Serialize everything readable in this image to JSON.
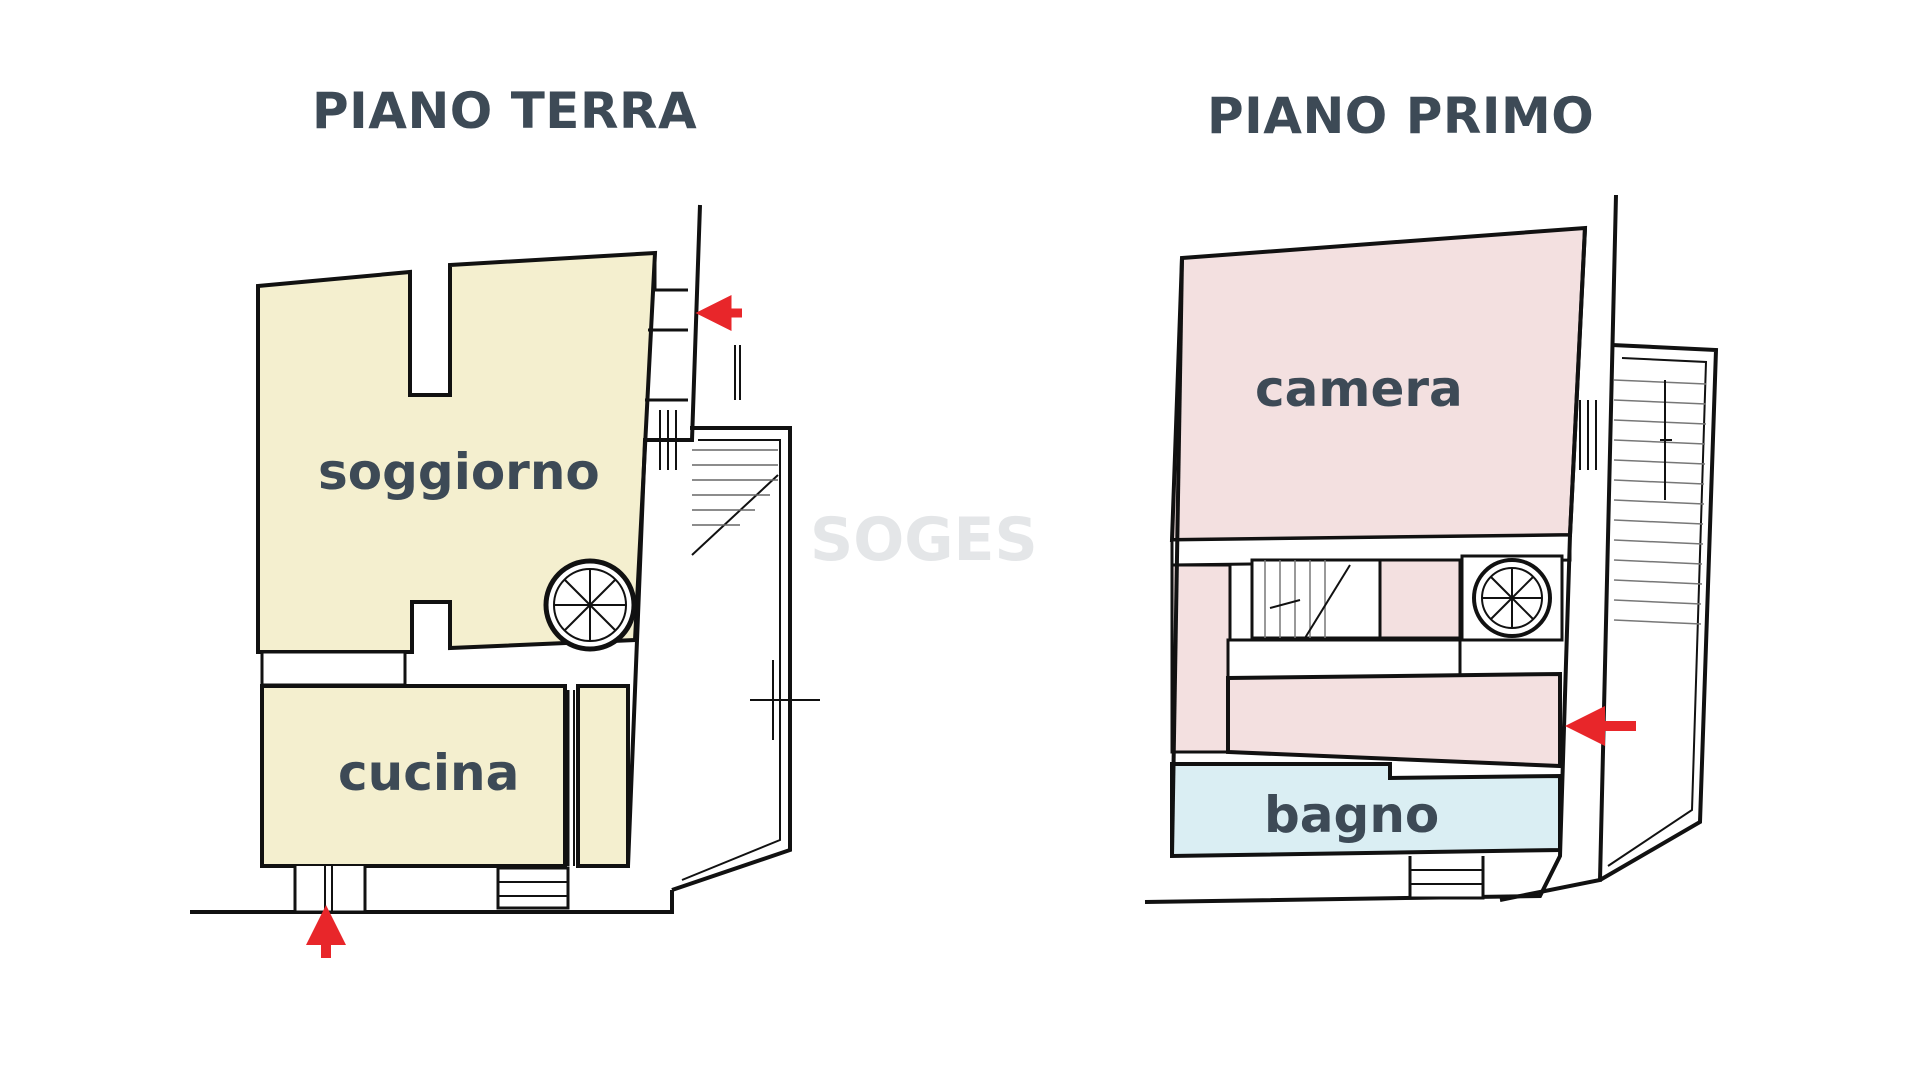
{
  "colors": {
    "ground_rooms": "#f4efcf",
    "first_rooms": "#f3e0e0",
    "bathroom": "#daeef3",
    "walls": "#111111",
    "text": "#3d4a56",
    "arrows": "#e8262a",
    "watermark": "#e4e6e8"
  },
  "ground_floor": {
    "title": "PIANO TERRA",
    "rooms": {
      "living": "soggiorno",
      "kitchen": "cucina"
    }
  },
  "first_floor": {
    "title": "PIANO PRIMO",
    "rooms": {
      "bedroom": "camera",
      "bathroom": "bagno"
    }
  },
  "watermark": "SOGES",
  "icons": [
    "entrance-arrow-icon",
    "spiral-staircase-icon",
    "staircase-icon"
  ]
}
